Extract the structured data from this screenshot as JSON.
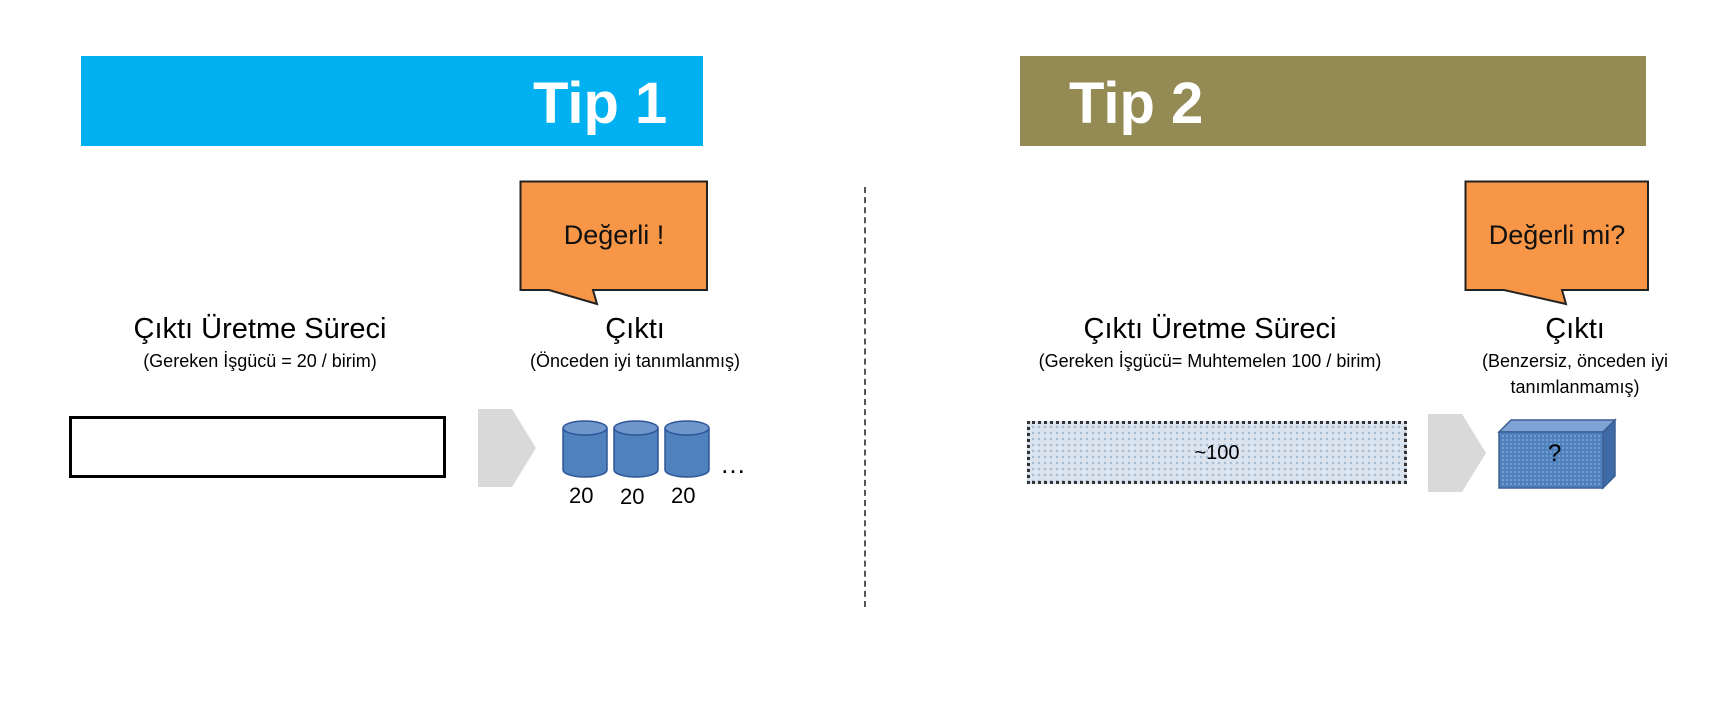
{
  "tip1": {
    "banner": "Tip 1",
    "bubble": "Değerli !",
    "process_title": "Çıktı Üretme Süreci",
    "process_sub": "(Gereken İşgücü = 20 / birim)",
    "output_title": "Çıktı",
    "output_sub": "(Önceden iyi tanımlanmış)",
    "units": [
      "20",
      "20",
      "20"
    ],
    "more": "…",
    "banner_color": "#00b0f0"
  },
  "tip2": {
    "banner": "Tip 2",
    "bubble": "Değerli mi?",
    "process_title": "Çıktı Üretme Süreci",
    "process_sub": "(Gereken İşgücü= Muhtemelen 100 / birim)",
    "process_value": "~100",
    "output_title": "Çıktı",
    "output_sub_line1": "(Benzersiz, önceden iyi",
    "output_sub_line2": "tanımlanmamış)",
    "box_mark": "?",
    "banner_color": "#948a54"
  },
  "colors": {
    "bubble": "#f79646",
    "cylinder": "#4f81bd",
    "arrow": "#d9d9d9"
  },
  "icons": [
    "speech-bubble",
    "block-arrow",
    "cylinder",
    "box-3d"
  ]
}
